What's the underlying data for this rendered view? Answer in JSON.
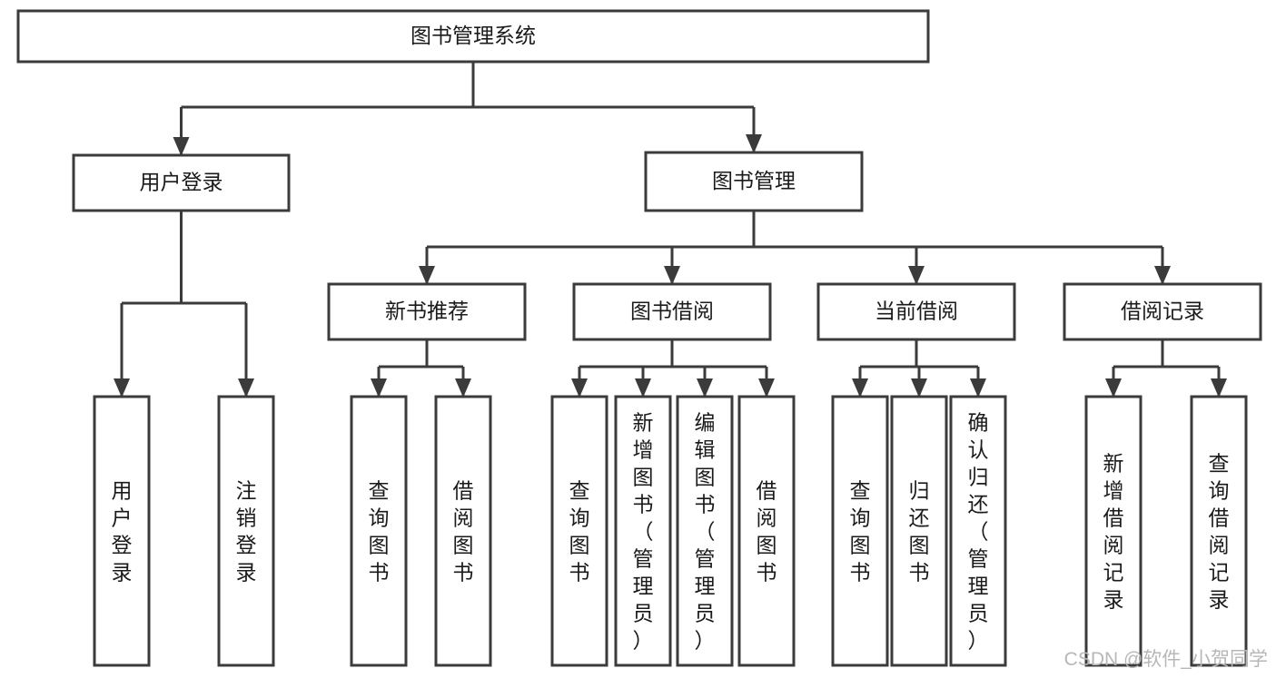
{
  "diagram": {
    "title": "图书管理系统",
    "type": "tree",
    "orientation": "top-down",
    "colors": {
      "stroke": "#3b3b3b",
      "box_fill": "#ffffff",
      "text": "#1a1a1a",
      "background": "#ffffff",
      "watermark": "#b7b7b7"
    },
    "nodes": {
      "root": {
        "label": "图书管理系统",
        "level": 0,
        "text_orientation": "horizontal"
      },
      "l1": [
        {
          "id": "user-login",
          "label": "用户登录",
          "text_orientation": "horizontal"
        },
        {
          "id": "book-manage",
          "label": "图书管理",
          "text_orientation": "horizontal"
        }
      ],
      "l2": [
        {
          "id": "new-book-recommend",
          "label": "新书推荐",
          "parent": "book-manage",
          "text_orientation": "horizontal"
        },
        {
          "id": "book-borrow",
          "label": "图书借阅",
          "parent": "book-manage",
          "text_orientation": "horizontal"
        },
        {
          "id": "current-borrow",
          "label": "当前借阅",
          "parent": "book-manage",
          "text_orientation": "horizontal"
        },
        {
          "id": "borrow-record",
          "label": "借阅记录",
          "parent": "book-manage",
          "text_orientation": "horizontal"
        }
      ],
      "leaves": [
        {
          "id": "leaf-user-login",
          "label": "用户登录",
          "parent": "user-login",
          "text_orientation": "vertical"
        },
        {
          "id": "leaf-logout-login",
          "label": "注销登录",
          "parent": "user-login",
          "text_orientation": "vertical"
        },
        {
          "id": "leaf-query-book-1",
          "label": "查询图书",
          "parent": "new-book-recommend",
          "text_orientation": "vertical"
        },
        {
          "id": "leaf-borrow-book-1",
          "label": "借阅图书",
          "parent": "new-book-recommend",
          "text_orientation": "vertical"
        },
        {
          "id": "leaf-query-book-2",
          "label": "查询图书",
          "parent": "book-borrow",
          "text_orientation": "vertical"
        },
        {
          "id": "leaf-add-book-admin",
          "label": "新增图书（管理员）",
          "parent": "book-borrow",
          "text_orientation": "vertical"
        },
        {
          "id": "leaf-edit-book-admin",
          "label": "编辑图书（管理员）",
          "parent": "book-borrow",
          "text_orientation": "vertical"
        },
        {
          "id": "leaf-borrow-book-2",
          "label": "借阅图书",
          "parent": "book-borrow",
          "text_orientation": "vertical"
        },
        {
          "id": "leaf-query-book-3",
          "label": "查询图书",
          "parent": "current-borrow",
          "text_orientation": "vertical"
        },
        {
          "id": "leaf-return-book",
          "label": "归还图书",
          "parent": "current-borrow",
          "text_orientation": "vertical"
        },
        {
          "id": "leaf-confirm-return-admin",
          "label": "确认归还（管理员）",
          "parent": "current-borrow",
          "text_orientation": "vertical"
        },
        {
          "id": "leaf-add-borrow-record",
          "label": "新增借阅记录",
          "parent": "borrow-record",
          "text_orientation": "vertical"
        },
        {
          "id": "leaf-query-borrow-record",
          "label": "查询借阅记录",
          "parent": "borrow-record",
          "text_orientation": "vertical"
        }
      ]
    }
  },
  "watermark": {
    "text": "CSDN @软件_小贺同学"
  }
}
